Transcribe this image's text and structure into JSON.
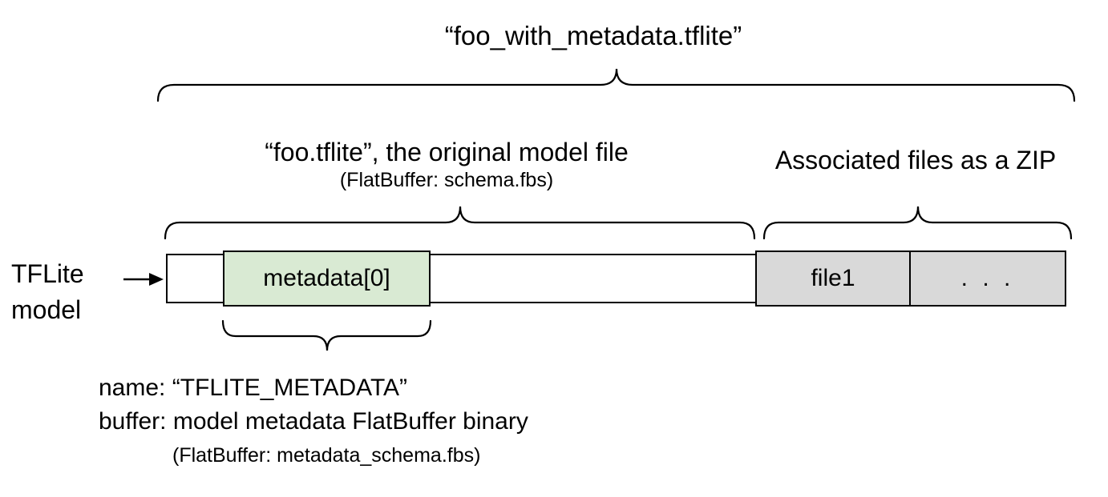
{
  "colors": {
    "background": "#ffffff",
    "line": "#000000",
    "text": "#000000",
    "green-fill": "#d9ead3",
    "gray-fill": "#d9d9d9"
  },
  "title": "“foo_with_metadata.tflite”",
  "sections": {
    "model_file": {
      "label": "“foo.tflite”, the original model file",
      "sublabel": "(FlatBuffer: schema.fbs)"
    },
    "associated_files": {
      "label": "Associated files as a ZIP"
    }
  },
  "pointer": {
    "line1": "TFLite",
    "line2": "model"
  },
  "bar": {
    "metadata_label": "metadata[0]",
    "file1_label": "file1",
    "more_label": ". . ."
  },
  "annotation": {
    "line1": "name: “TFLITE_METADATA”",
    "line2": "buffer: model metadata FlatBuffer binary",
    "line3": "(FlatBuffer: metadata_schema.fbs)"
  }
}
